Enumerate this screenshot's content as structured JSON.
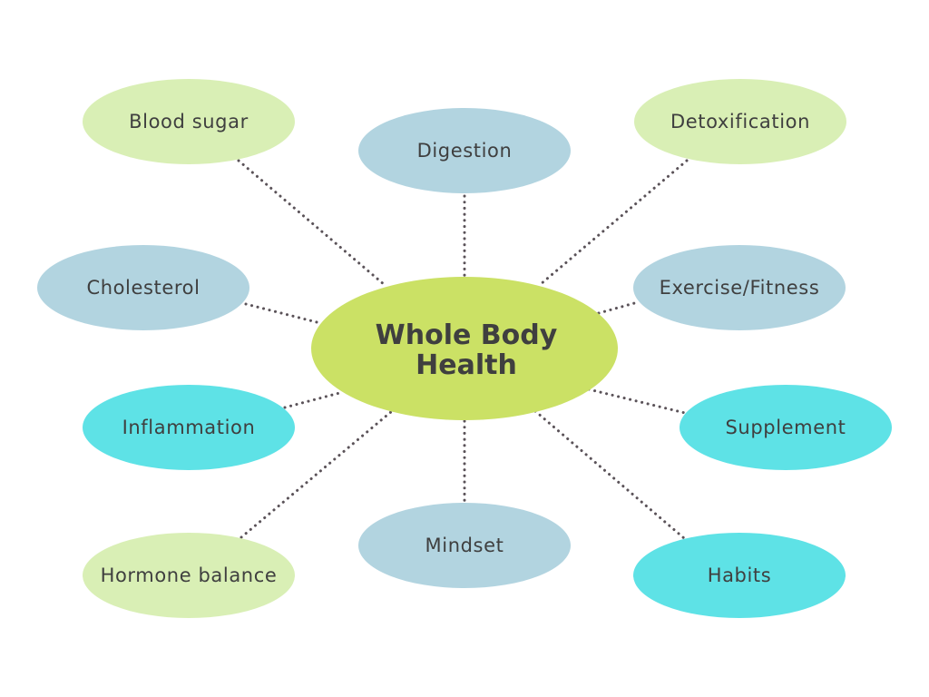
{
  "diagram": {
    "type": "mind-map",
    "center": {
      "label_line1": "Whole Body",
      "label_line2": "Health",
      "color": "#cbe165"
    },
    "palette": {
      "light_green": "#d9efb5",
      "light_blue": "#b2d4e0",
      "cyan": "#5ee2e6",
      "text": "#3f3f3f",
      "connector": "#5a5258"
    },
    "nodes": [
      {
        "id": "blood-sugar",
        "label": "Blood sugar",
        "color": "#d9efb5"
      },
      {
        "id": "digestion",
        "label": "Digestion",
        "color": "#b2d4e0"
      },
      {
        "id": "detoxification",
        "label": "Detoxification",
        "color": "#d9efb5"
      },
      {
        "id": "cholesterol",
        "label": "Cholesterol",
        "color": "#b2d4e0"
      },
      {
        "id": "exercise-fitness",
        "label": "Exercise/Fitness",
        "color": "#b2d4e0"
      },
      {
        "id": "inflammation",
        "label": "Inflammation",
        "color": "#5ee2e6"
      },
      {
        "id": "supplement",
        "label": "Supplement",
        "color": "#5ee2e6"
      },
      {
        "id": "hormone-balance",
        "label": "Hormone balance",
        "color": "#d9efb5"
      },
      {
        "id": "mindset",
        "label": "Mindset",
        "color": "#b2d4e0"
      },
      {
        "id": "habits",
        "label": "Habits",
        "color": "#5ee2e6"
      }
    ],
    "edges": [
      {
        "from": "center",
        "to": "blood-sugar"
      },
      {
        "from": "center",
        "to": "digestion"
      },
      {
        "from": "center",
        "to": "detoxification"
      },
      {
        "from": "center",
        "to": "cholesterol"
      },
      {
        "from": "center",
        "to": "exercise-fitness"
      },
      {
        "from": "center",
        "to": "inflammation"
      },
      {
        "from": "center",
        "to": "supplement"
      },
      {
        "from": "center",
        "to": "hormone-balance"
      },
      {
        "from": "center",
        "to": "mindset"
      },
      {
        "from": "center",
        "to": "habits"
      }
    ]
  }
}
